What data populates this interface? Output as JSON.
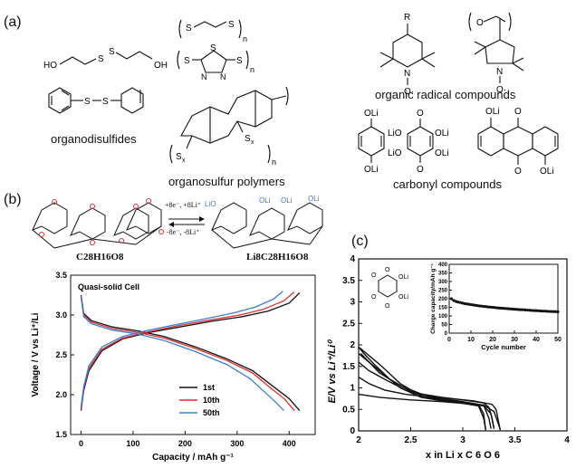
{
  "panels": {
    "a": {
      "label": "(a)",
      "groups": [
        {
          "caption": "organodisulfides"
        },
        {
          "caption": "organosulfur polymers"
        },
        {
          "caption": "organic radical compounds"
        },
        {
          "caption": "carbonyl compounds"
        }
      ],
      "atoms": {
        "HO": "HO",
        "OH": "OH",
        "S": "S",
        "N": "N",
        "n": "n",
        "Sx": "S",
        "x": "x",
        "R": "R",
        "O": "O",
        "OLi": "OLi",
        "LiO": "LiO",
        "Odot": "O·"
      }
    },
    "b": {
      "label": "(b)",
      "reactant_formula": "C28H16O8",
      "product_formula": "Li8C28H16O8",
      "arrow_forward": "+8e⁻, +8Li⁺",
      "arrow_reverse": "-8e⁻, -8Li⁺",
      "chart_data": {
        "type": "line",
        "title": "Quasi-solid Cell",
        "xlabel": "Capacity / mAh g⁻¹",
        "ylabel": "Voltage / V vs Li⁺/Li",
        "xlim": [
          -20,
          450
        ],
        "ylim": [
          1.5,
          3.5
        ],
        "xticks": [
          0,
          100,
          200,
          300,
          400
        ],
        "yticks": [
          1.5,
          2.0,
          2.5,
          3.0,
          3.5
        ],
        "legend_position": "lower-right",
        "series": [
          {
            "name": "1st",
            "color": "#111111",
            "discharge": [
              [
                0,
                3.25
              ],
              [
                5,
                3.02
              ],
              [
                20,
                2.93
              ],
              [
                60,
                2.85
              ],
              [
                110,
                2.8
              ],
              [
                160,
                2.73
              ],
              [
                220,
                2.6
              ],
              [
                280,
                2.45
              ],
              [
                330,
                2.3
              ],
              [
                370,
                2.1
              ],
              [
                400,
                1.95
              ],
              [
                420,
                1.8
              ]
            ],
            "charge": [
              [
                0,
                1.8
              ],
              [
                5,
                2.05
              ],
              [
                15,
                2.3
              ],
              [
                40,
                2.55
              ],
              [
                80,
                2.7
              ],
              [
                130,
                2.78
              ],
              [
                190,
                2.85
              ],
              [
                250,
                2.92
              ],
              [
                310,
                2.98
              ],
              [
                360,
                3.05
              ],
              [
                400,
                3.15
              ],
              [
                420,
                3.28
              ]
            ]
          },
          {
            "name": "10th",
            "color": "#e03030",
            "discharge": [
              [
                0,
                3.24
              ],
              [
                5,
                3.0
              ],
              [
                20,
                2.91
              ],
              [
                60,
                2.83
              ],
              [
                110,
                2.78
              ],
              [
                160,
                2.71
              ],
              [
                220,
                2.58
              ],
              [
                280,
                2.43
              ],
              [
                330,
                2.27
              ],
              [
                365,
                2.08
              ],
              [
                392,
                1.94
              ],
              [
                410,
                1.8
              ]
            ],
            "charge": [
              [
                0,
                1.82
              ],
              [
                5,
                2.08
              ],
              [
                15,
                2.33
              ],
              [
                40,
                2.57
              ],
              [
                80,
                2.71
              ],
              [
                130,
                2.79
              ],
              [
                190,
                2.87
              ],
              [
                250,
                2.94
              ],
              [
                305,
                3.0
              ],
              [
                350,
                3.07
              ],
              [
                390,
                3.18
              ],
              [
                410,
                3.29
              ]
            ]
          },
          {
            "name": "50th",
            "color": "#3a7fd5",
            "discharge": [
              [
                0,
                3.22
              ],
              [
                5,
                2.98
              ],
              [
                20,
                2.89
              ],
              [
                60,
                2.81
              ],
              [
                110,
                2.76
              ],
              [
                160,
                2.68
              ],
              [
                220,
                2.54
              ],
              [
                280,
                2.38
              ],
              [
                325,
                2.2
              ],
              [
                355,
                2.02
              ],
              [
                375,
                1.9
              ],
              [
                390,
                1.8
              ]
            ],
            "charge": [
              [
                0,
                1.85
              ],
              [
                5,
                2.1
              ],
              [
                15,
                2.36
              ],
              [
                40,
                2.6
              ],
              [
                80,
                2.73
              ],
              [
                130,
                2.81
              ],
              [
                190,
                2.89
              ],
              [
                245,
                2.96
              ],
              [
                295,
                3.03
              ],
              [
                335,
                3.1
              ],
              [
                370,
                3.2
              ],
              [
                388,
                3.3
              ]
            ]
          }
        ]
      }
    },
    "c": {
      "label": "(c)",
      "chart_data": {
        "type": "line",
        "xlabel": "x in Li x C 6 O 6",
        "ylabel": "E/V vs Li⁺/Li⁰",
        "xlim": [
          2,
          4
        ],
        "ylim": [
          0,
          4
        ],
        "xticks": [
          2,
          2.5,
          3,
          3.5,
          4
        ],
        "yticks": [
          0,
          0.5,
          1,
          1.5,
          2,
          2.5,
          3,
          3.5,
          4
        ],
        "curves": [
          [
            [
              2.0,
              1.95
            ],
            [
              2.05,
              1.85
            ],
            [
              2.2,
              1.55
            ],
            [
              2.4,
              1.1
            ],
            [
              2.6,
              0.82
            ],
            [
              2.8,
              0.72
            ],
            [
              3.0,
              0.66
            ],
            [
              3.2,
              0.6
            ],
            [
              3.3,
              0.45
            ],
            [
              3.35,
              0.1
            ],
            [
              3.36,
              0.02
            ]
          ],
          [
            [
              2.0,
              1.8
            ],
            [
              2.05,
              1.7
            ],
            [
              2.2,
              1.4
            ],
            [
              2.4,
              1.0
            ],
            [
              2.6,
              0.78
            ],
            [
              2.8,
              0.7
            ],
            [
              3.0,
              0.64
            ],
            [
              3.2,
              0.58
            ],
            [
              3.27,
              0.4
            ],
            [
              3.3,
              0.05
            ]
          ],
          [
            [
              2.0,
              1.6
            ],
            [
              2.1,
              1.4
            ],
            [
              2.25,
              1.2
            ],
            [
              2.45,
              0.95
            ],
            [
              2.7,
              0.75
            ],
            [
              3.0,
              0.66
            ],
            [
              3.2,
              0.6
            ],
            [
              3.25,
              0.3
            ],
            [
              3.27,
              0.05
            ]
          ],
          [
            [
              2.0,
              0.85
            ],
            [
              2.2,
              0.78
            ],
            [
              2.5,
              0.72
            ],
            [
              2.8,
              0.68
            ],
            [
              3.0,
              0.64
            ],
            [
              3.15,
              0.58
            ],
            [
              3.2,
              0.3
            ],
            [
              3.22,
              0.02
            ]
          ],
          [
            [
              3.36,
              0.02
            ],
            [
              3.34,
              0.25
            ],
            [
              3.32,
              0.5
            ],
            [
              3.28,
              0.62
            ],
            [
              3.1,
              0.7
            ],
            [
              2.9,
              0.75
            ],
            [
              2.7,
              0.8
            ],
            [
              2.5,
              0.92
            ],
            [
              2.3,
              1.2
            ],
            [
              2.15,
              1.55
            ],
            [
              2.05,
              1.8
            ],
            [
              2.0,
              1.95
            ]
          ],
          [
            [
              3.3,
              0.05
            ],
            [
              3.28,
              0.3
            ],
            [
              3.25,
              0.55
            ],
            [
              3.2,
              0.65
            ],
            [
              3.0,
              0.72
            ],
            [
              2.8,
              0.78
            ],
            [
              2.6,
              0.86
            ],
            [
              2.4,
              1.05
            ],
            [
              2.2,
              1.35
            ],
            [
              2.1,
              1.6
            ],
            [
              2.02,
              1.8
            ]
          ],
          [
            [
              3.22,
              0.02
            ],
            [
              3.2,
              0.4
            ],
            [
              3.15,
              0.62
            ],
            [
              2.95,
              0.7
            ],
            [
              2.7,
              0.78
            ],
            [
              2.45,
              0.85
            ],
            [
              2.25,
              0.95
            ],
            [
              2.1,
              1.1
            ],
            [
              2.0,
              1.25
            ]
          ]
        ],
        "inset": {
          "xlabel": "Cycle number",
          "ylabel": "Charge capacity/mAh g⁻¹",
          "xlim": [
            0,
            50
          ],
          "ylim": [
            0,
            400
          ],
          "xticks": [
            0,
            10,
            20,
            30,
            40,
            50
          ],
          "yticks": [
            0,
            50,
            100,
            150,
            200,
            250,
            300,
            350,
            400
          ],
          "values": [
            200,
            190,
            185,
            181,
            178,
            175,
            172,
            170,
            168,
            166,
            164,
            162,
            160,
            158,
            157,
            155,
            154,
            152,
            151,
            150,
            149,
            147,
            146,
            145,
            144,
            143,
            142,
            141,
            140,
            139,
            138,
            137,
            136,
            136,
            135,
            134,
            133,
            132,
            131,
            131,
            130,
            129,
            128,
            128,
            127,
            126,
            126,
            125,
            125,
            124
          ]
        }
      }
    }
  }
}
